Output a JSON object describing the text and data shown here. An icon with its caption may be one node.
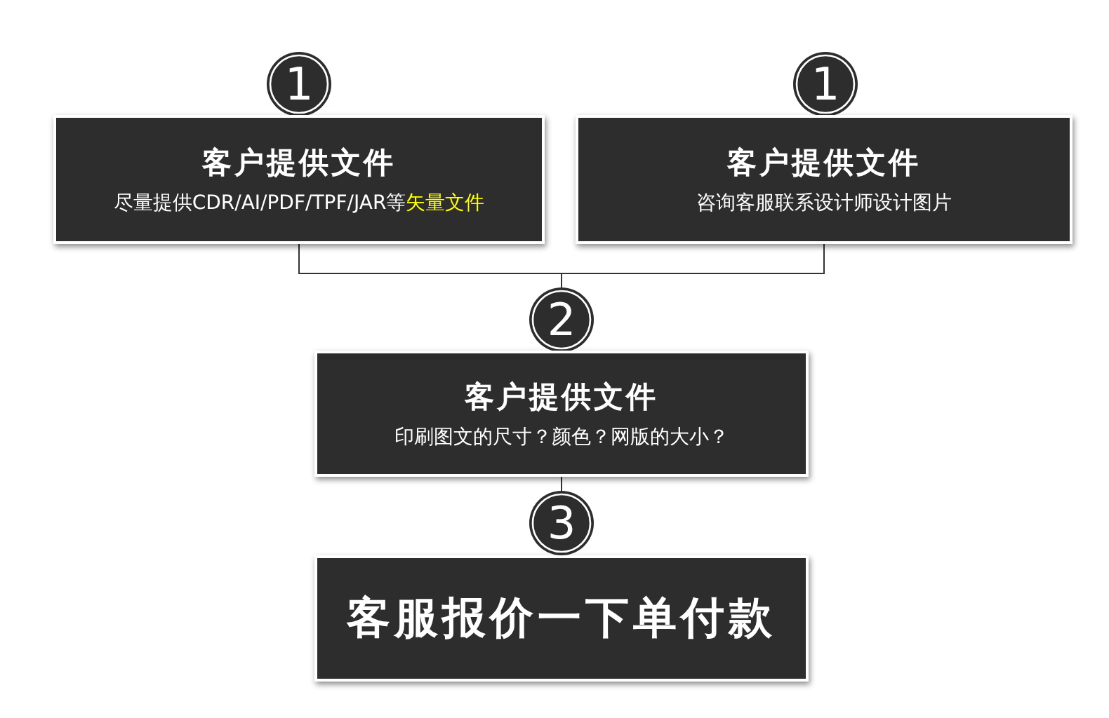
{
  "diagram": {
    "nodes": [
      {
        "text": [
          "1"
        ]
      },
      {
        "text": [
          "客户提供文件",
          "尽量提供CDR/AI/PDF/TPF/JAR等**矢量文件**"
        ]
      },
      {
        "text": [
          "1"
        ]
      },
      {
        "text": [
          "客户提供文件",
          "咨询客服联系设计师设计图片"
        ]
      },
      {
        "text": [
          "2"
        ]
      },
      {
        "text": [
          "客户提供文件",
          "印刷图文的尺寸？颜色？网版的大小？"
        ]
      },
      {
        "text": [
          "3"
        ]
      },
      {
        "text": [
          "客服报价一下单付款"
        ]
      }
    ],
    "edges": [
      {
        "from": 1,
        "to": 4,
        "arrow": "none"
      },
      {
        "from": 3,
        "to": 4,
        "arrow": "none"
      },
      {
        "from": 5,
        "to": 6,
        "arrow": "none"
      }
    ]
  }
}
